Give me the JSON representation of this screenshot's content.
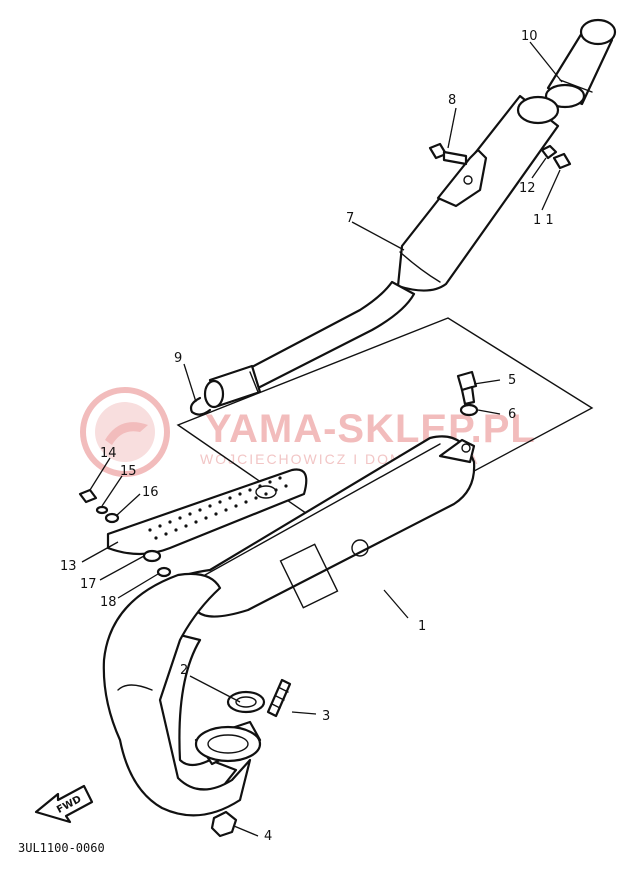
{
  "watermark": {
    "brand": "YAMA-SKLEP.PL",
    "subtitle": "WOJCIECHOWICZ I DOM YAMAHA",
    "color": "#f2bcbc"
  },
  "direction_marker": {
    "label": "FWD"
  },
  "diagram_code": "3UL1100-0060",
  "callouts": [
    {
      "id": "callout-1",
      "label": "1"
    },
    {
      "id": "callout-2",
      "label": "2"
    },
    {
      "id": "callout-3",
      "label": "3"
    },
    {
      "id": "callout-4",
      "label": "4"
    },
    {
      "id": "callout-5",
      "label": "5"
    },
    {
      "id": "callout-6",
      "label": "6"
    },
    {
      "id": "callout-7",
      "label": "7"
    },
    {
      "id": "callout-8",
      "label": "8"
    },
    {
      "id": "callout-9",
      "label": "9"
    },
    {
      "id": "callout-10",
      "label": "10"
    },
    {
      "id": "callout-11",
      "label": "1 1"
    },
    {
      "id": "callout-12",
      "label": "12"
    },
    {
      "id": "callout-13",
      "label": "13"
    },
    {
      "id": "callout-14",
      "label": "14"
    },
    {
      "id": "callout-15",
      "label": "15"
    },
    {
      "id": "callout-16",
      "label": "16"
    },
    {
      "id": "callout-17",
      "label": "17"
    },
    {
      "id": "callout-18",
      "label": "18"
    }
  ]
}
